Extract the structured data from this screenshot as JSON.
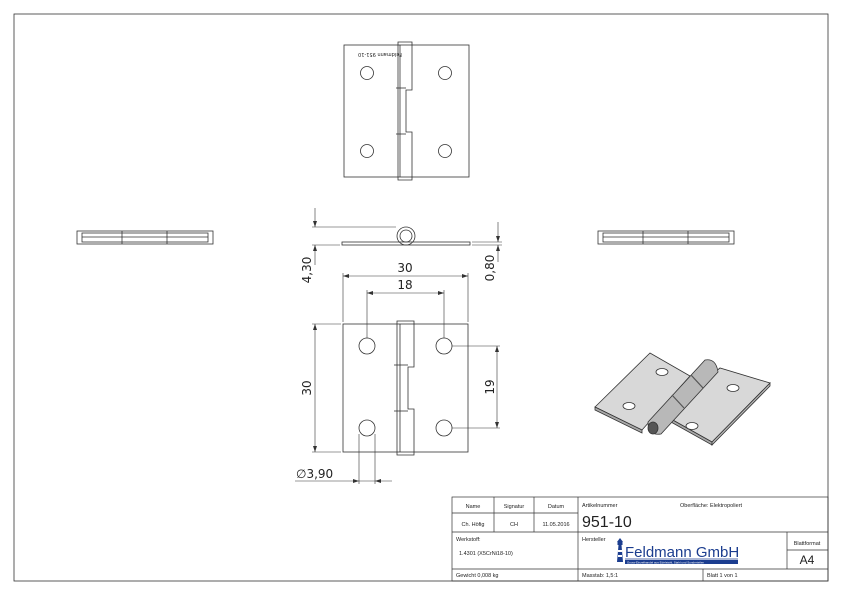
{
  "dimensions": {
    "width_overall": "30",
    "hole_spacing": "18",
    "height_overall": "30",
    "hole_vertical": "19",
    "total_thickness": "4,30",
    "plate_thickness": "0,80",
    "hole_diameter": "∅3,90"
  },
  "engraving": "Feldmann 951-10",
  "title_block": {
    "name_header": "Name",
    "signature_header": "Signatur",
    "date_header": "Datum",
    "name_value": "Ch. Höfig",
    "signature_value": "CH",
    "date_value": "11.05.2016",
    "article_label": "Artikelnummer",
    "article_number": "951-10",
    "surface_label": "Oberfläche: Elektropoliert",
    "material_label": "Werkstoff:",
    "material_value": "1.4301 (X5CrNi18-10)",
    "manufacturer_label": "Hersteller",
    "logo_text": "Feldmann GmbH",
    "logo_subtext": "Gross-Einzelhandel aus Edelstahl, Stahl und Sonderteilen",
    "format_label": "Blattformat",
    "format_value": "A4",
    "weight": "Gewicht 0,008 kg",
    "scale": "Masstab: 1,5:1",
    "sheet": "Blatt 1 von 1"
  },
  "colors": {
    "line": "#333333",
    "logo_blue": "#1b3d8f",
    "iso_fill": "#d6d6d6"
  }
}
